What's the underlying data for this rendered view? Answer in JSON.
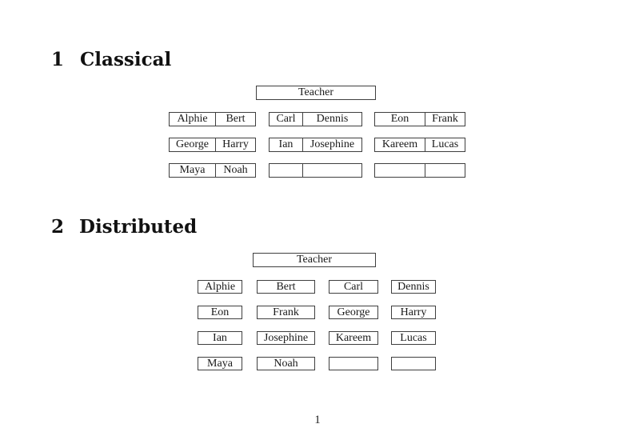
{
  "page_number": "1",
  "classical": {
    "number": "1",
    "title": "Classical",
    "teacher": "Teacher",
    "rows": [
      [
        {
          "left": "Alphie",
          "right": "Bert"
        },
        {
          "left": "Carl",
          "right": "Dennis"
        },
        {
          "left": "Eon",
          "right": "Frank"
        }
      ],
      [
        {
          "left": "George",
          "right": "Harry"
        },
        {
          "left": "Ian",
          "right": "Josephine"
        },
        {
          "left": "Kareem",
          "right": "Lucas"
        }
      ],
      [
        {
          "left": "Maya",
          "right": "Noah"
        },
        {
          "left": "",
          "right": ""
        },
        {
          "left": "",
          "right": ""
        }
      ]
    ]
  },
  "distributed": {
    "number": "2",
    "title": "Distributed",
    "teacher": "Teacher",
    "rows": [
      [
        "Alphie",
        "Bert",
        "Carl",
        "Dennis"
      ],
      [
        "Eon",
        "Frank",
        "George",
        "Harry"
      ],
      [
        "Ian",
        "Josephine",
        "Kareem",
        "Lucas"
      ],
      [
        "Maya",
        "Noah",
        "",
        ""
      ]
    ]
  },
  "colors": {
    "border": "#3f3f3f",
    "text": "#1a1a1a",
    "background": "#ffffff"
  }
}
